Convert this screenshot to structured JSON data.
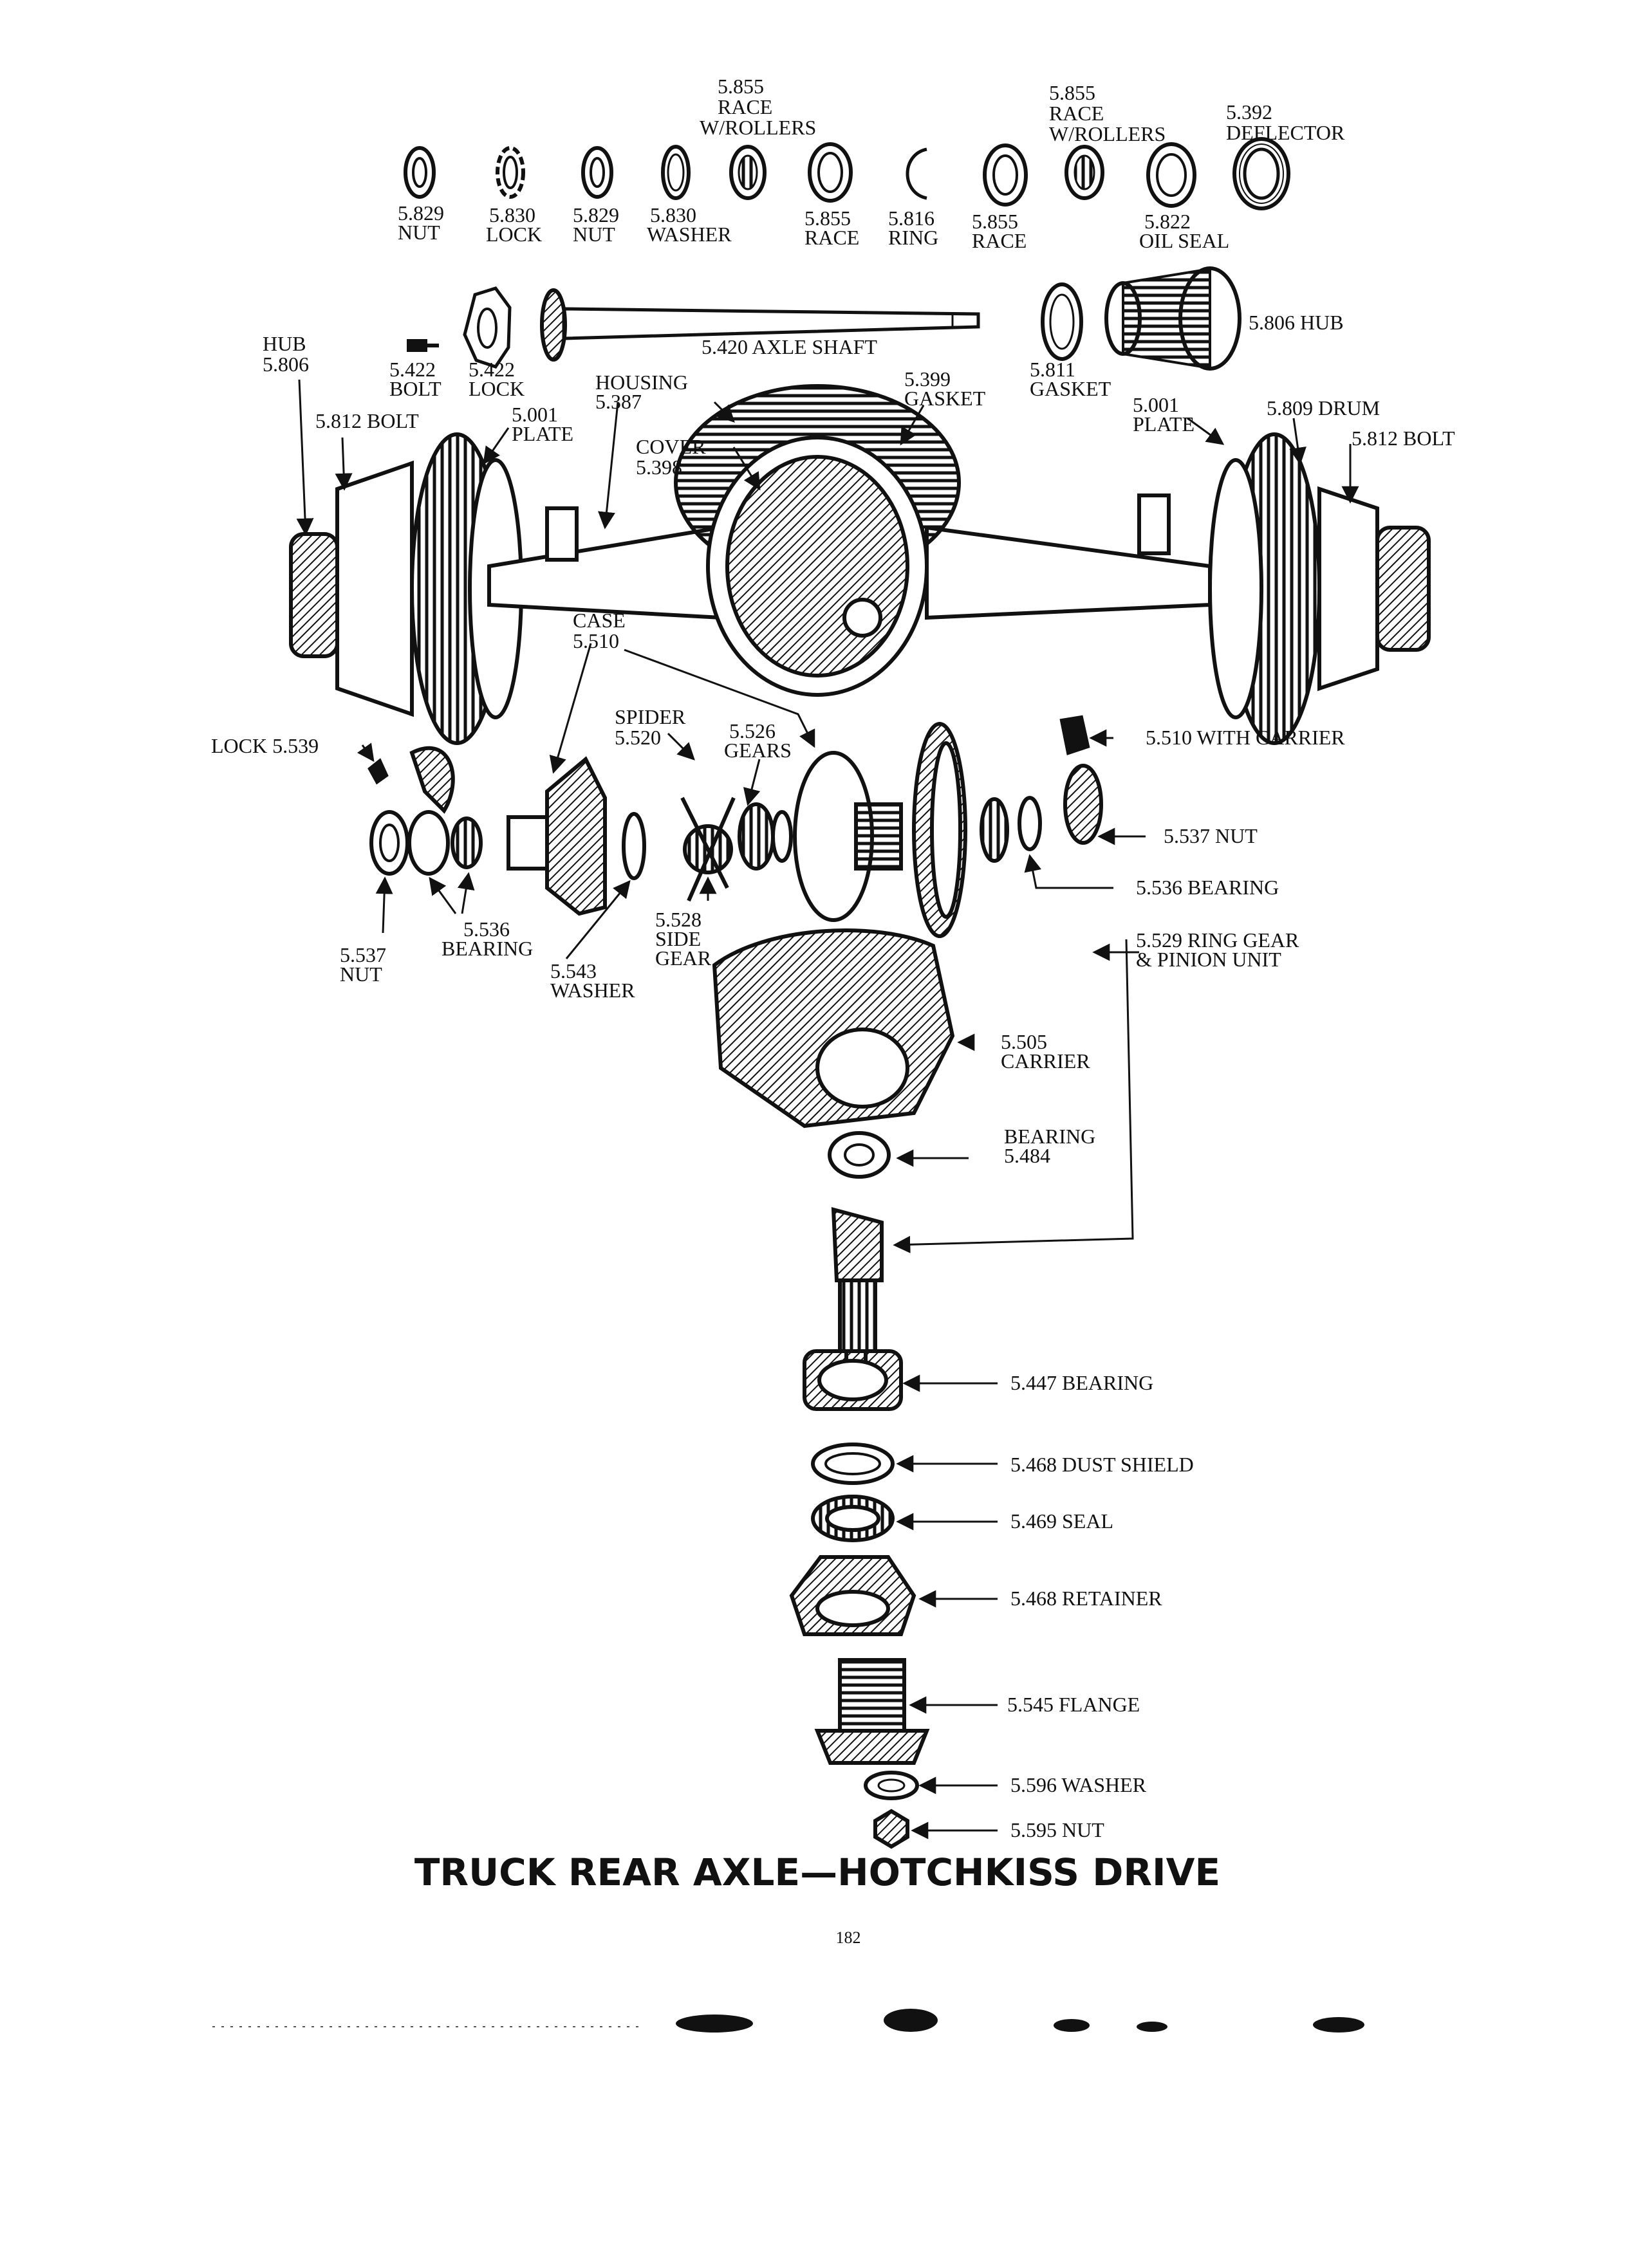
{
  "title": "TRUCK REAR AXLE—HOTCHKISS DRIVE",
  "page_number": "182",
  "colors": {
    "ink": "#111111",
    "paper": "#ffffff"
  },
  "labels": {
    "race_855_a": [
      "5.855",
      "RACE",
      "W/ROLLERS"
    ],
    "race_855_b": [
      "5.855",
      "RACE",
      "W/ROLLERS"
    ],
    "deflector": [
      "5.392",
      "DEFLECTOR"
    ],
    "nut_829_a": [
      "5.829",
      "NUT"
    ],
    "lock_830": [
      "5.830",
      "LOCK"
    ],
    "nut_829_b": [
      "5.829",
      "NUT"
    ],
    "washer_830": [
      "5.830",
      "WASHER"
    ],
    "race_855_c": [
      "5.855",
      "RACE"
    ],
    "ring_816": [
      "5.816",
      "RING"
    ],
    "race_855_d": [
      "5.855",
      "RACE"
    ],
    "oil_seal": [
      "5.822",
      "OIL SEAL"
    ],
    "hub_806_left": [
      "HUB",
      "5.806"
    ],
    "bolt_422": [
      "5.422",
      "BOLT"
    ],
    "lock_422": [
      "5.422",
      "LOCK"
    ],
    "axle_shaft": "5.420 AXLE SHAFT",
    "gasket_811": [
      "5.811",
      "GASKET"
    ],
    "hub_806_right": "5.806 HUB",
    "bolt_812_left": "5.812 BOLT",
    "plate_001_left": [
      "5.001",
      "PLATE"
    ],
    "housing": [
      "HOUSING",
      "5.387"
    ],
    "gasket_399": [
      "5.399",
      "GASKET"
    ],
    "cover": [
      "COVER",
      "5.398"
    ],
    "plate_001_right": [
      "5.001",
      "PLATE"
    ],
    "drum": "5.809 DRUM",
    "bolt_812_right": "5.812 BOLT",
    "case": [
      "CASE",
      "5.510"
    ],
    "lock_539": "LOCK 5.539",
    "spider": [
      "SPIDER",
      "5.520"
    ],
    "gears_526": [
      "5.526",
      "GEARS"
    ],
    "with_carrier": "5.510 WITH CARRIER",
    "nut_537_right": "5.537 NUT",
    "bearing_536_right": "5.536 BEARING",
    "bearing_536_left": [
      "5.536",
      "BEARING"
    ],
    "nut_537_left": [
      "5.537",
      "NUT"
    ],
    "side_gear": [
      "5.528",
      "SIDE",
      "GEAR"
    ],
    "ring_gear": [
      "5.529 RING GEAR",
      "& PINION UNIT"
    ],
    "washer_543": [
      "5.543",
      "WASHER"
    ],
    "carrier": [
      "5.505",
      "CARRIER"
    ],
    "bearing_484": [
      "BEARING",
      "5.484"
    ],
    "bearing_447": "5.447 BEARING",
    "dust_shield": "5.468 DUST SHIELD",
    "seal_469": "5.469 SEAL",
    "retainer": "5.468 RETAINER",
    "flange": "5.545 FLANGE",
    "washer_596": "5.596 WASHER",
    "nut_595": "5.595 NUT"
  }
}
